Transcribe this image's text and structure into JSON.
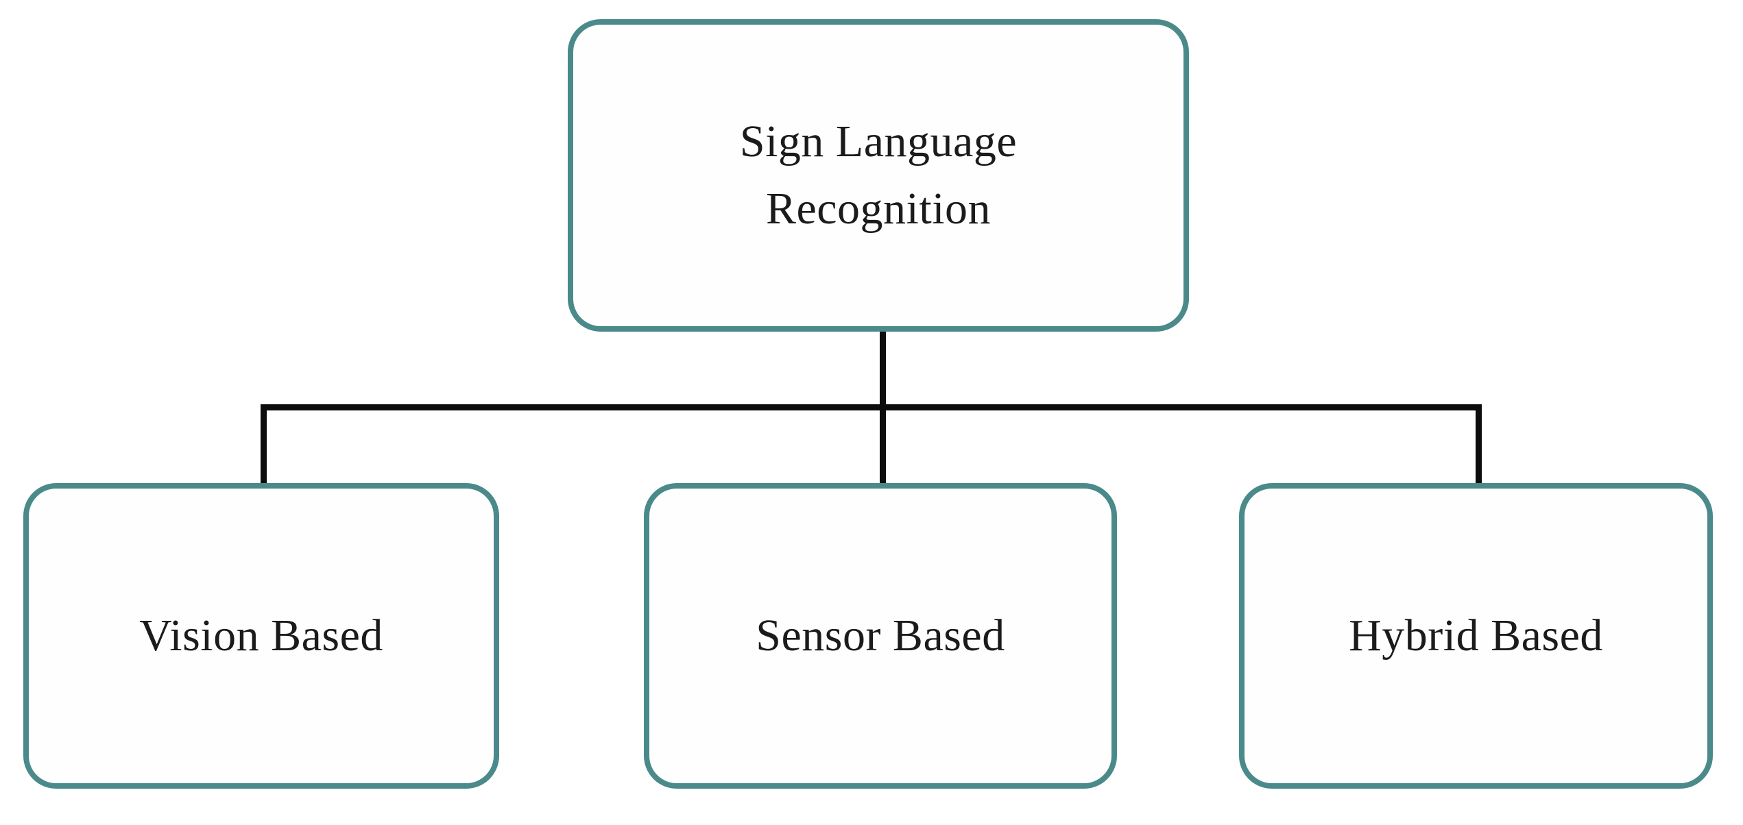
{
  "diagram": {
    "type": "tree",
    "orientation": "top-down",
    "root": {
      "id": "sign-language-recognition",
      "label": "Sign Language\nRecognition"
    },
    "children": [
      {
        "id": "vision-based",
        "label": "Vision Based"
      },
      {
        "id": "sensor-based",
        "label": "Sensor Based"
      },
      {
        "id": "hybrid-based",
        "label": "Hybrid Based"
      }
    ],
    "edges": [
      {
        "from": "sign-language-recognition",
        "to": "vision-based"
      },
      {
        "from": "sign-language-recognition",
        "to": "sensor-based"
      },
      {
        "from": "sign-language-recognition",
        "to": "hybrid-based"
      }
    ],
    "colors": {
      "node_border": "#4a8a8a",
      "node_fill": "#fefefe",
      "text": "#1b1b1b",
      "connector": "#0d0d0d",
      "background": "#ffffff"
    }
  }
}
